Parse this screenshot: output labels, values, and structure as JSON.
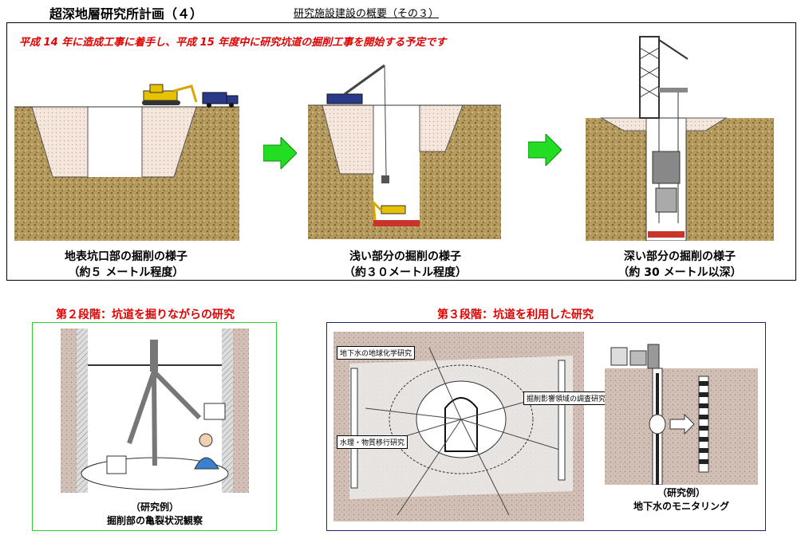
{
  "header": {
    "title": "超深地層研究所計画（４）",
    "subtitle": "研究施設建設の概要（その３）"
  },
  "top_panel": {
    "note": "平成 14 年に造成工事に着手し、平成 15 年度中に研究坑道の掘削工事を開始する予定です",
    "steps": [
      {
        "line1": "地表坑口部の掘削の様子",
        "line2": "（約５ メートル程度）"
      },
      {
        "line1": "浅い部分の掘削の様子",
        "line2": "（約３０メートル程度）"
      },
      {
        "line1": "深い部分の掘削の様子",
        "line2": "（約 30 メートル以深）"
      }
    ]
  },
  "stage2": {
    "title": "第２段階：坑道を掘りながらの研究",
    "caption_line1": "（研究例）",
    "caption_line2": "掘削部の亀裂状況観察"
  },
  "stage3": {
    "title": "第３段階：坑道を利用した研究",
    "labels": {
      "geochem": "地下水の地球化学研究",
      "damage": "掘削影響領域の調査研究",
      "hydro": "水理・物質移行研究"
    },
    "caption_line1": "（研究例）",
    "caption_line2": "地下水のモニタリング"
  },
  "colors": {
    "soil": "#b89a5c",
    "arrow": "#22dd22",
    "red_text": "#e00000",
    "concrete": "#f2e6dc"
  }
}
